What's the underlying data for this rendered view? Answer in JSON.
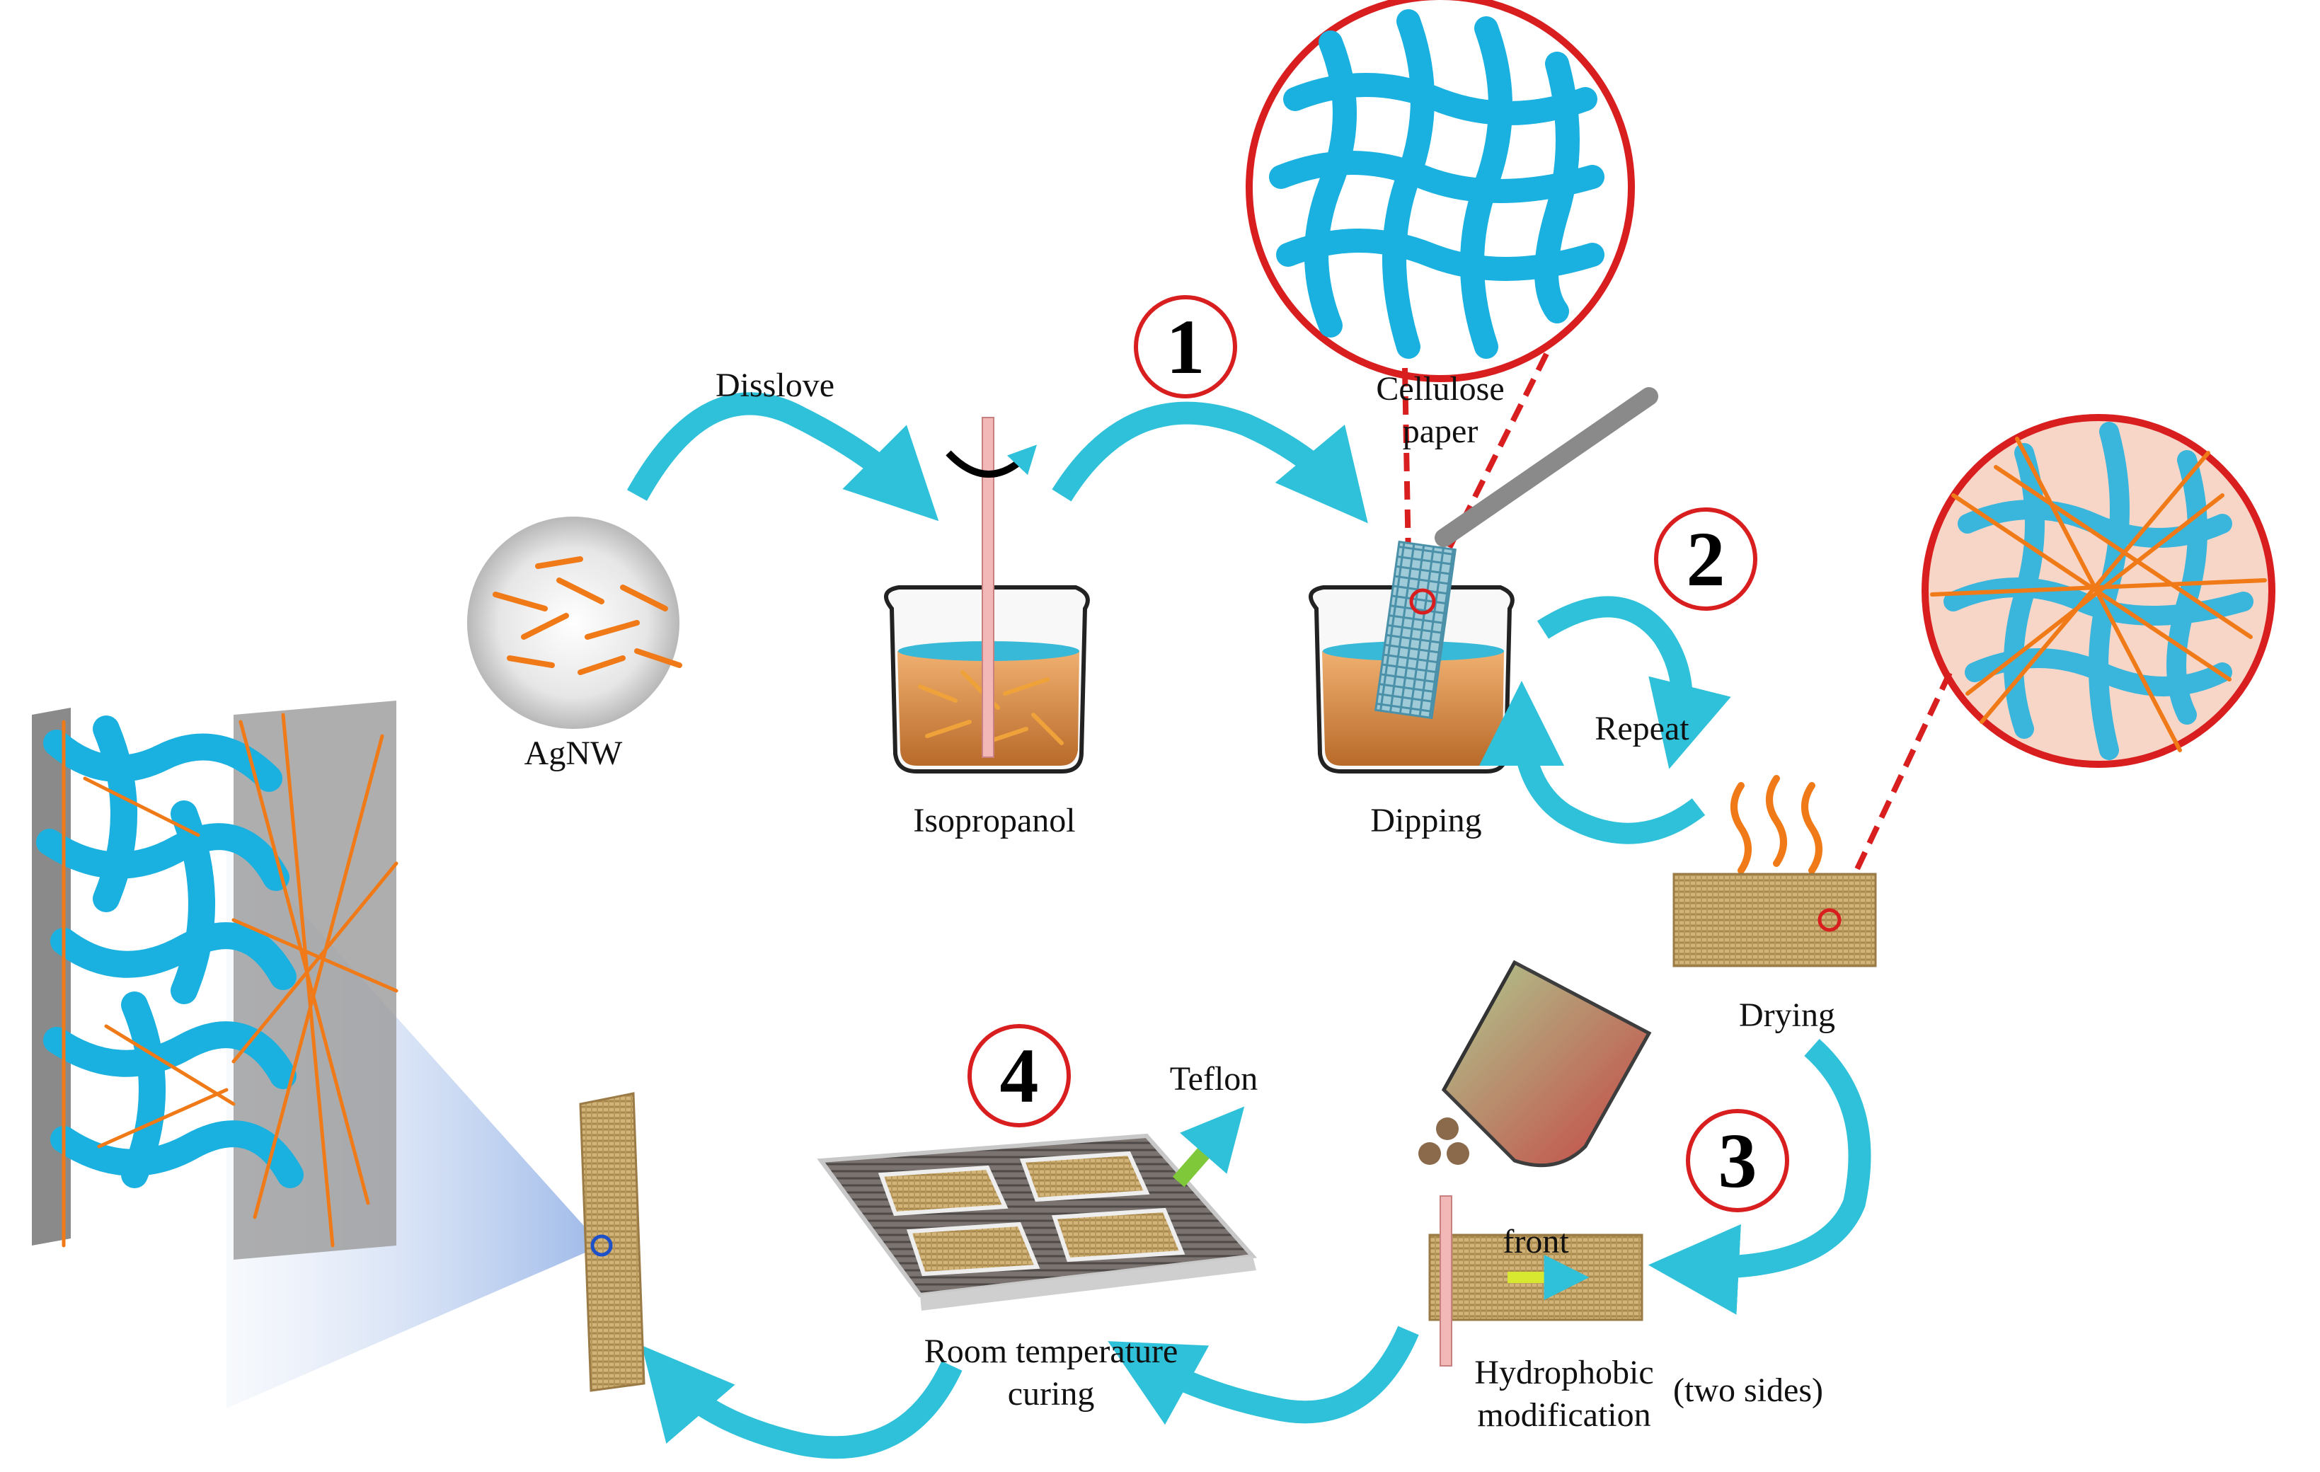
{
  "labels": {
    "dissolve": "Disslove",
    "agnw": "AgNW",
    "isopropanol": "Isopropanol",
    "cellulose_line1": "Cellulose",
    "cellulose_line2": "paper",
    "dipping": "Dipping",
    "repeat": "Repeat",
    "drying": "Drying",
    "teflon": "Teflon",
    "front": "front",
    "room_line1": "Room temperature",
    "room_line2": "curing",
    "hydro_line1": "Hydrophobic",
    "hydro_line2": "modification",
    "two_sides": "(two sides)"
  },
  "steps": [
    "1",
    "2",
    "3",
    "4"
  ],
  "colors": {
    "arrow": "#2fc1d9",
    "fiber_blue": "#1ab0e0",
    "nanowire": "#f07a18",
    "red_ring": "#d81e1e",
    "paper": "#c9a96e",
    "liquid": "#d98a3a"
  }
}
